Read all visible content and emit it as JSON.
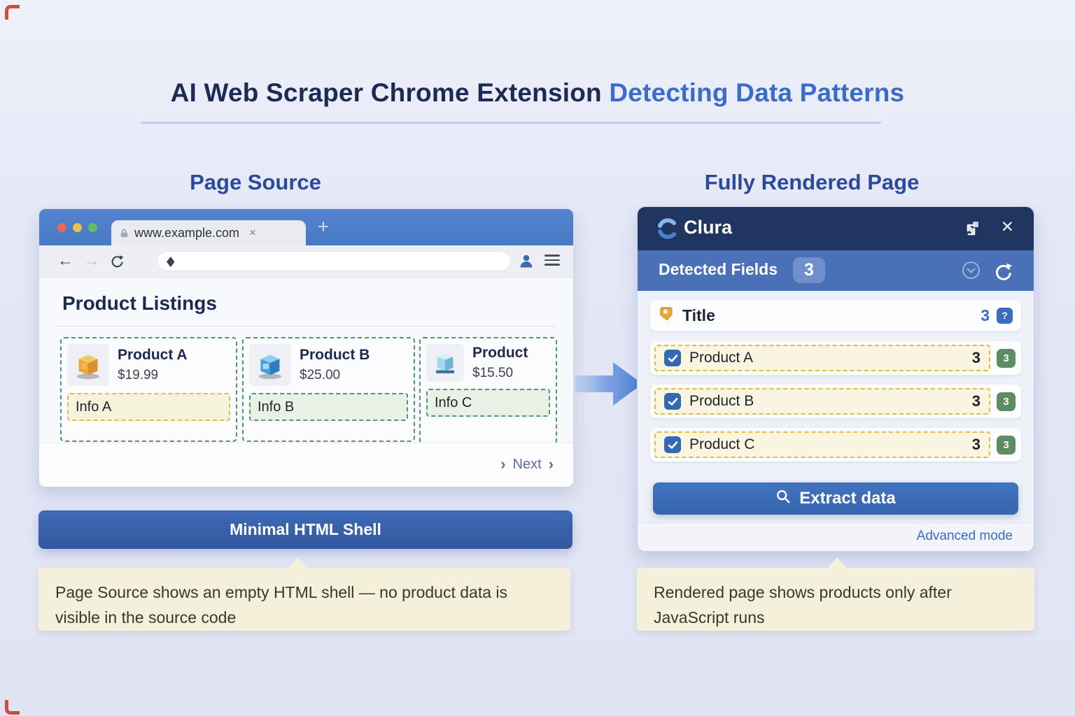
{
  "header": {
    "title_dark": "AI Web Scraper Chrome Extension",
    "title_accent": "Detecting Data Patterns"
  },
  "glyphs": {
    "back": "←",
    "forward": "→",
    "tab_close": "×",
    "new_tab": "+",
    "chevron": "›",
    "close": "✕"
  },
  "left_panel": {
    "section_title": "Page Source",
    "browser": {
      "tab_url": "www.example.com",
      "page_heading": "Product Listings",
      "products": [
        {
          "name": "Product A",
          "price": "$19.99",
          "info": "Info A",
          "icon": "orange-box-icon"
        },
        {
          "name": "Product B",
          "price": "$25.00",
          "info": "Info B",
          "icon": "blue-box-icon"
        },
        {
          "name": "Product",
          "price": "$15.50",
          "info": "Info C",
          "icon": "lightblue-box-icon"
        }
      ],
      "pagination_next": "Next"
    },
    "banner": "Minimal HTML Shell",
    "note": "Page Source shows an empty HTML shell — no product data is visible in the source code"
  },
  "right_panel": {
    "section_title": "Fully Rendered Page",
    "extension": {
      "app_name": "Clura",
      "detected_fields_label": "Detected Fields",
      "detected_fields_count": "3",
      "field_group": {
        "label": "Title",
        "count": "3",
        "help": "?"
      },
      "rows": [
        {
          "label": "Product A",
          "count": "3",
          "badge": "3",
          "checked": true
        },
        {
          "label": "Product B",
          "count": "3",
          "badge": "3",
          "checked": true
        },
        {
          "label": "Product C",
          "count": "3",
          "badge": "3",
          "checked": true
        }
      ],
      "extract_button": "Extract data",
      "advanced_link": "Advanced mode"
    },
    "note": "Rendered page shows products only after JavaScript runs"
  },
  "colors": {
    "accent_blue": "#3a6cc8",
    "header_navy": "#20355f",
    "banner_blue": "#32589e",
    "detected_green": "#4d9a6e",
    "detected_yellow": "#e0bc48",
    "note_cream": "#f5f0da",
    "badge_green": "#5d8c63"
  }
}
